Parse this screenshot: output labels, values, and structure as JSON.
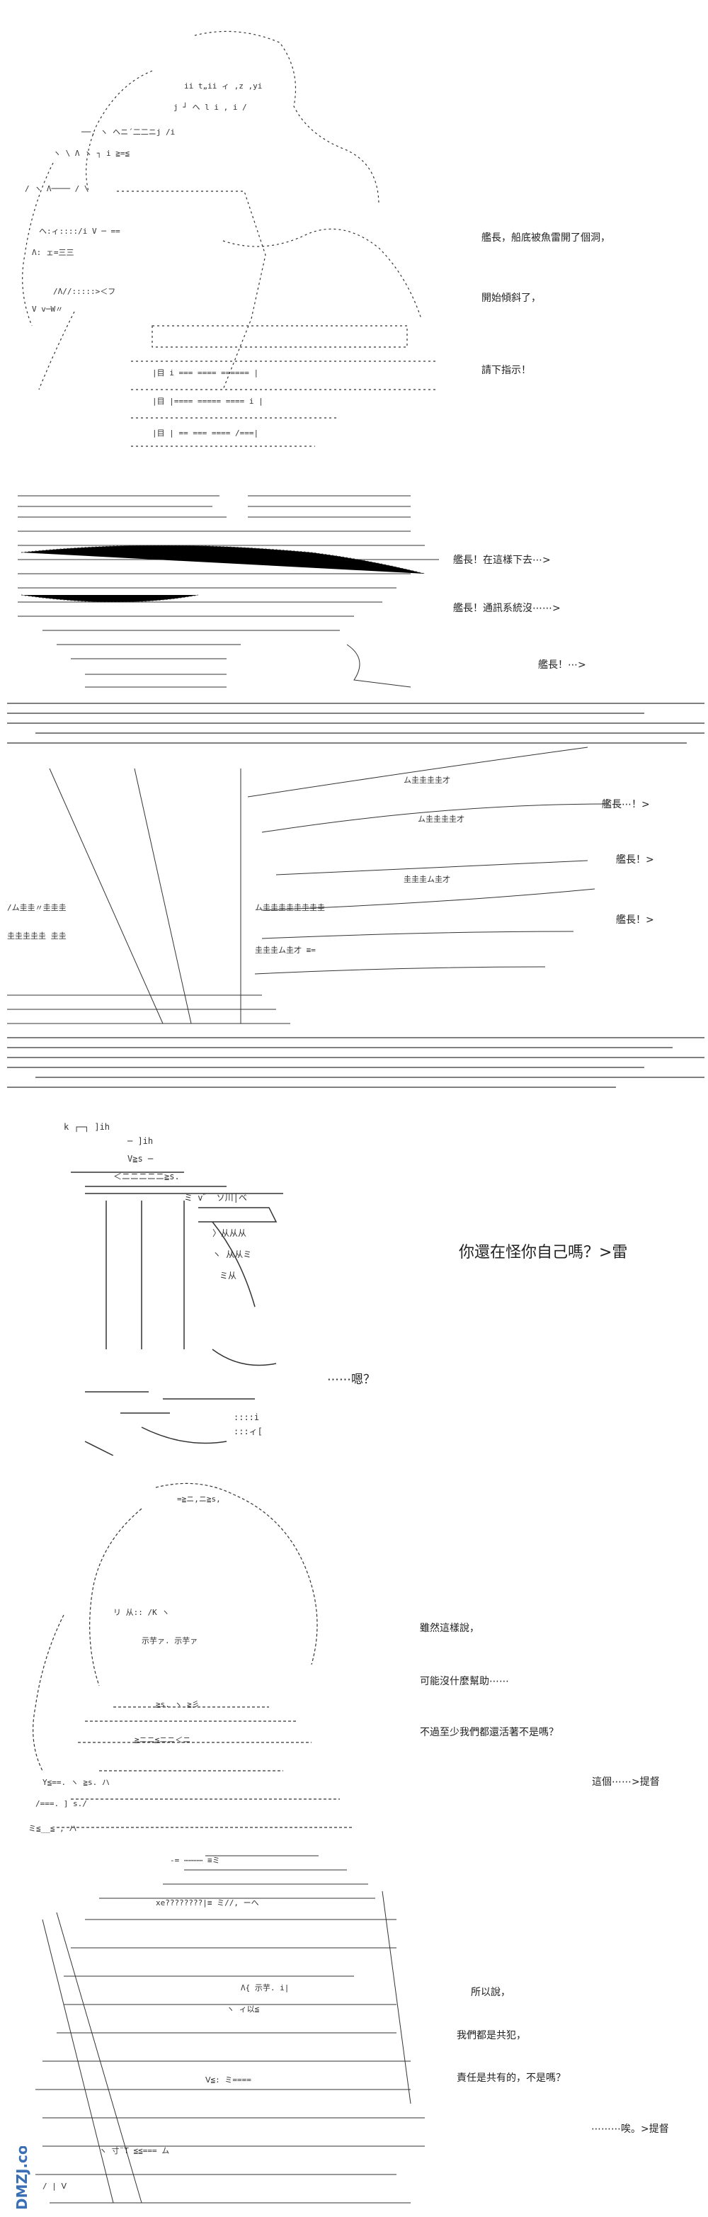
{
  "panels": [
    {
      "lines": [
        "艦長，船底被魚雷開了個洞，",
        "開始傾斜了，",
        "請下指示！"
      ]
    },
    {
      "lines": [
        "艦長！在這樣下去⋯>",
        "艦長！通訊系統沒⋯⋯>",
        "艦長！⋯>"
      ]
    },
    {
      "lines": [
        "艦長⋯！>",
        "艦長！>",
        "艦長！>"
      ]
    },
    {
      "lines": [
        "你還在怪你自己嗎？>雷",
        "⋯⋯嗯？"
      ]
    },
    {
      "lines": [
        "雖然這樣說，",
        "可能沒什麼幫助⋯⋯",
        "不過至少我們都還活著不是嗎？",
        "這個⋯⋯>提督"
      ]
    },
    {
      "lines": [
        "所以說，",
        "我們都是共犯，",
        "責任是共有的，不是嗎？",
        "⋯⋯⋯唉。>提督"
      ]
    }
  ],
  "watermark": {
    "text": "DMZJ.com"
  },
  "colors": {
    "ink": "#222222",
    "paper": "#ffffff",
    "watermark": "#3a6fb5"
  }
}
